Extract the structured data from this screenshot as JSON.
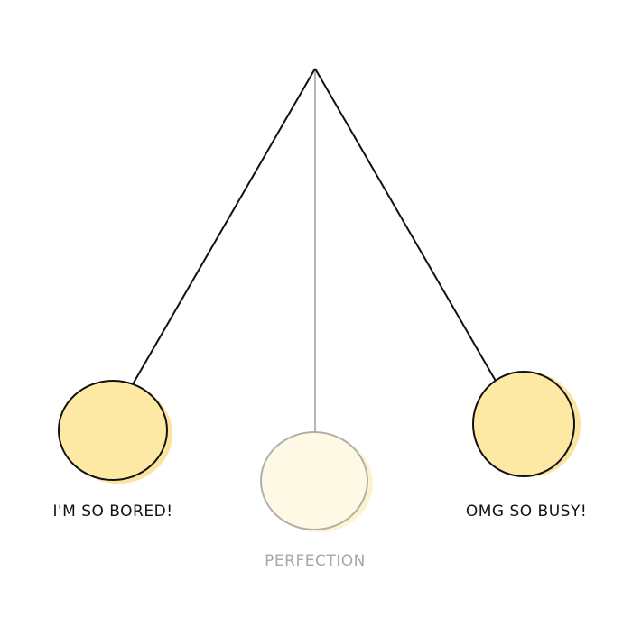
{
  "diagram": {
    "type": "pendulum",
    "labels": {
      "left": "I'M SO BORED!",
      "center": "PERFECTION",
      "right": "OMG SO BUSY!"
    },
    "colors": {
      "bob_fill": "#fde9a4",
      "bob_shadow": "#fbe3a0",
      "bob_stroke": "#111111",
      "faded_fill": "#fef9e4",
      "faded_shadow": "#fdf3cf",
      "faded_stroke": "#b0b0a8",
      "string": "#111111",
      "faded_string": "#b5b5b5",
      "faded_text": "#a8a8a8"
    }
  }
}
